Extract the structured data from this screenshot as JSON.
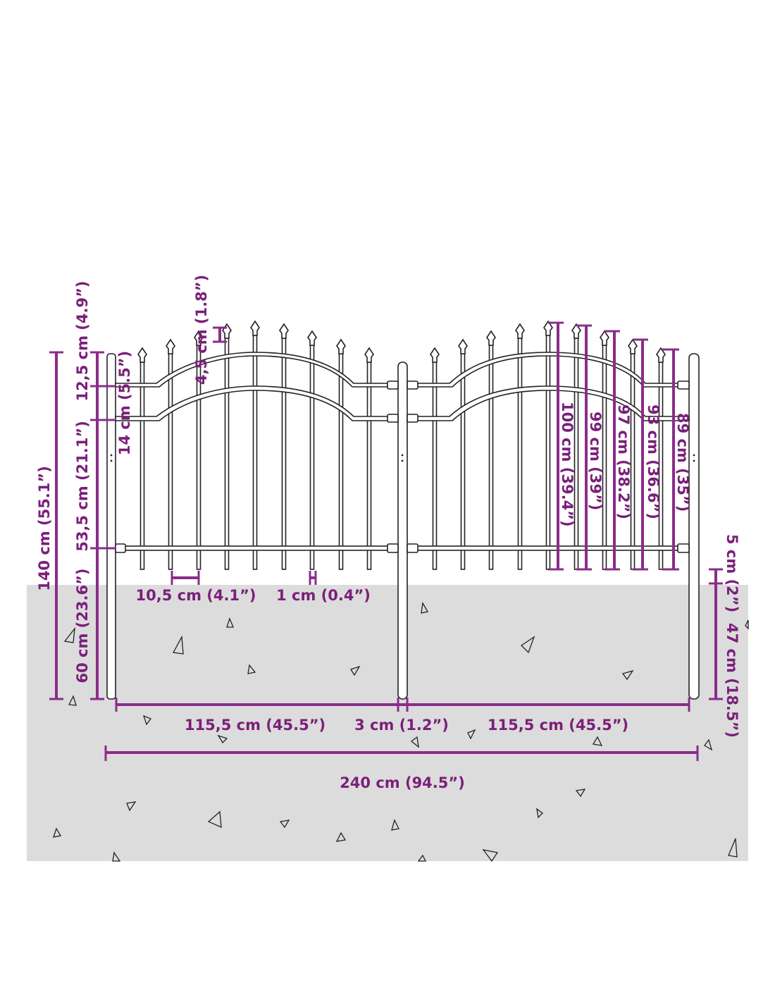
{
  "colors": {
    "dimension": "#8b2c8b",
    "dimension_text": "#7a1f7a",
    "ground": "#dcdcdc",
    "outline": "#222222"
  },
  "labels": {
    "total_height": "140 cm (55.1”)",
    "top_section": "12,5 cm (4.9”)",
    "rail_gap": "14 cm (5.5”)",
    "mid_section": "53,5 cm (21.1”)",
    "below_ground": "60 cm (23.6”)",
    "spike_height": "4,5 cm (1.8”)",
    "bar_spacing": "10,5 cm (4.1”)",
    "bar_width": "1 cm (0.4”)",
    "picket_100": "100 cm (39.4”)",
    "picket_99": "99 cm (39”)",
    "picket_97": "97 cm (38.2”)",
    "picket_93": "93 cm (36.6”)",
    "picket_89": "89 cm (35”)",
    "post_gap": "5 cm (2”)",
    "post_depth": "47 cm (18.5”)",
    "panel_left": "115,5 cm (45.5”)",
    "post_width": "3 cm (1.2”)",
    "panel_right": "115,5 cm (45.5”)",
    "total_width": "240 cm (94.5”)"
  }
}
